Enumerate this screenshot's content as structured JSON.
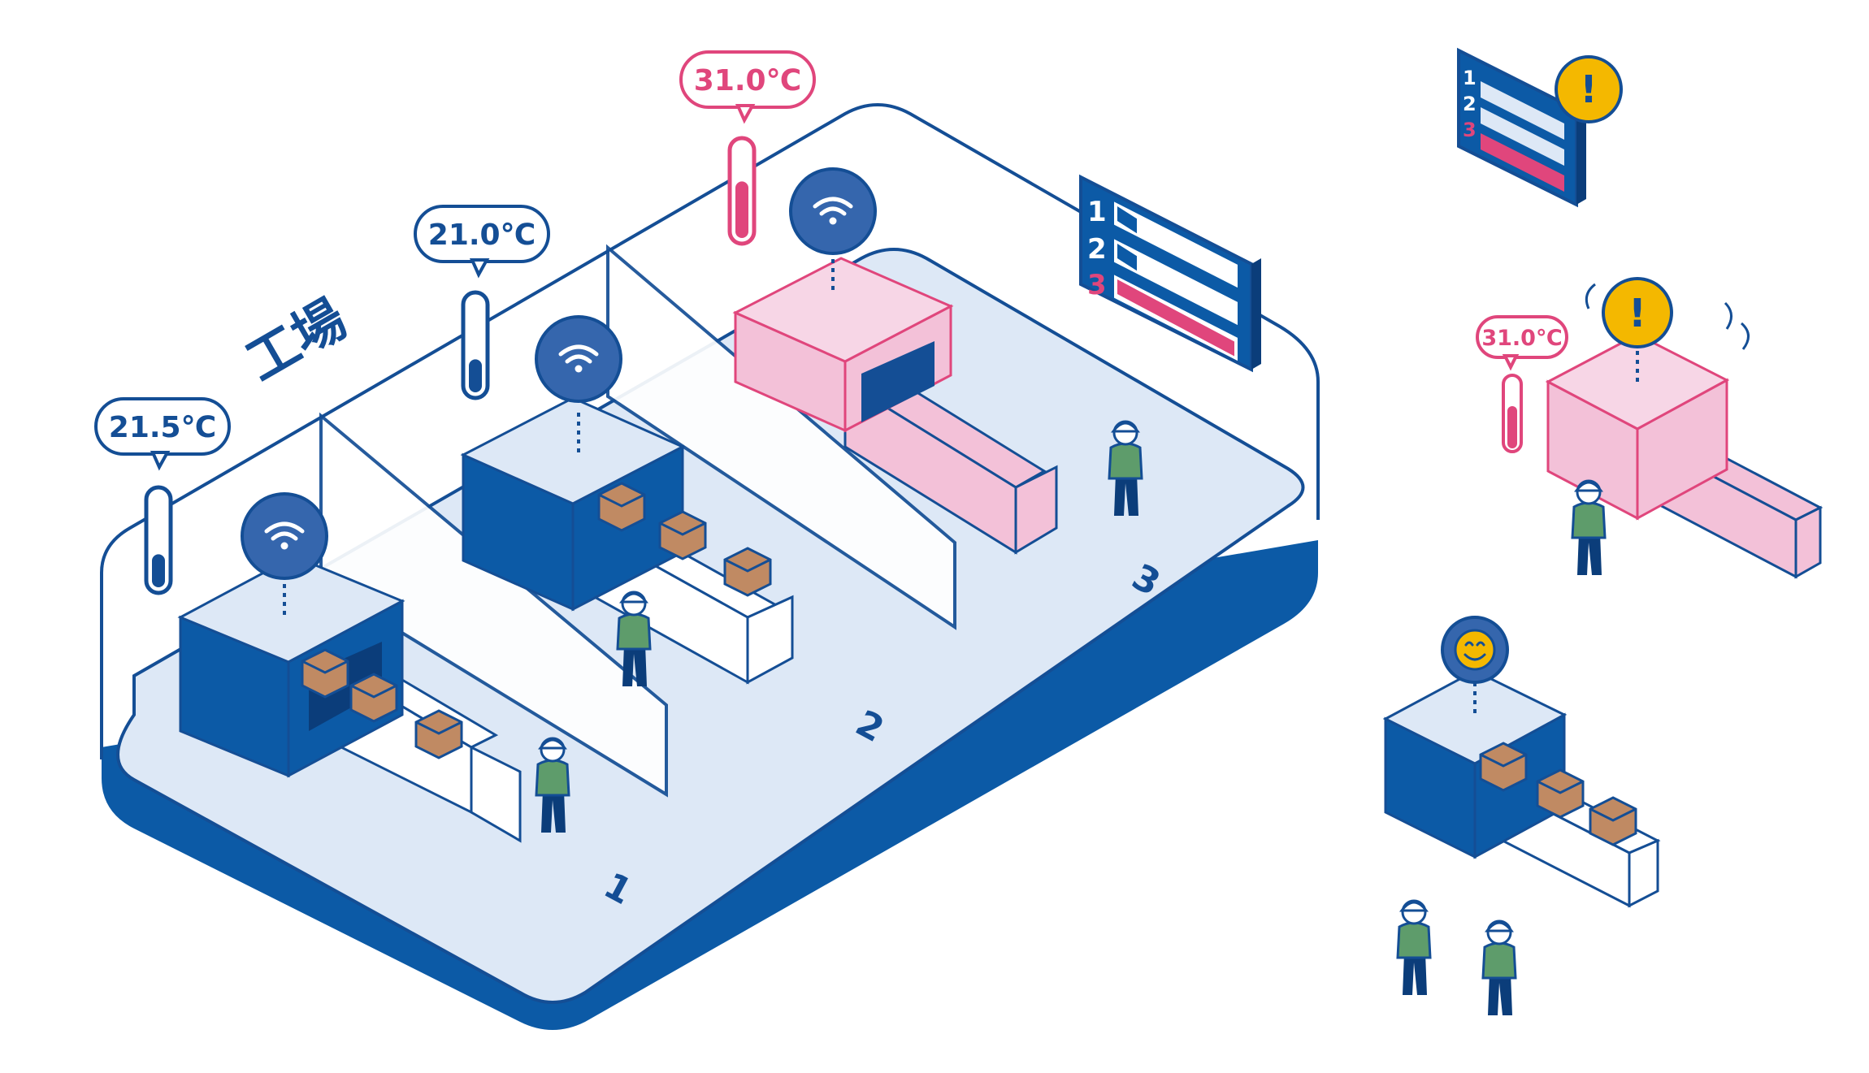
{
  "factory": {
    "label": "工場",
    "lines": [
      "1",
      "2",
      "3"
    ]
  },
  "sensors": [
    {
      "reading": "21.5℃",
      "status": "normal",
      "thermometer_level": 0.35
    },
    {
      "reading": "21.0℃",
      "status": "normal",
      "thermometer_level": 0.35
    },
    {
      "reading": "31.0℃",
      "status": "alert",
      "thermometer_level": 0.6
    }
  ],
  "monitor": {
    "rows": [
      "1",
      "2",
      "3"
    ],
    "row_level": [
      0.2,
      0.2,
      1.0
    ]
  },
  "side_panels": {
    "alert_monitor_rows": [
      "1",
      "2",
      "3"
    ],
    "alert_reading": "31.0℃",
    "alert_badge": "!",
    "ok_badge": "smile"
  },
  "icons": [
    "wifi-icon",
    "thermometer-icon",
    "exclamation-icon",
    "smiley-icon",
    "monitor-icon"
  ],
  "colors": {
    "outline": "#144e95",
    "floor": "#dde8f6",
    "machine_dark": "#0c5aa6",
    "hot": "#e0467c",
    "hot_fill": "#f3c1d8",
    "worker_green": "#5e9c6b",
    "box": "#c08a63",
    "warning_yellow": "#f4b800"
  }
}
